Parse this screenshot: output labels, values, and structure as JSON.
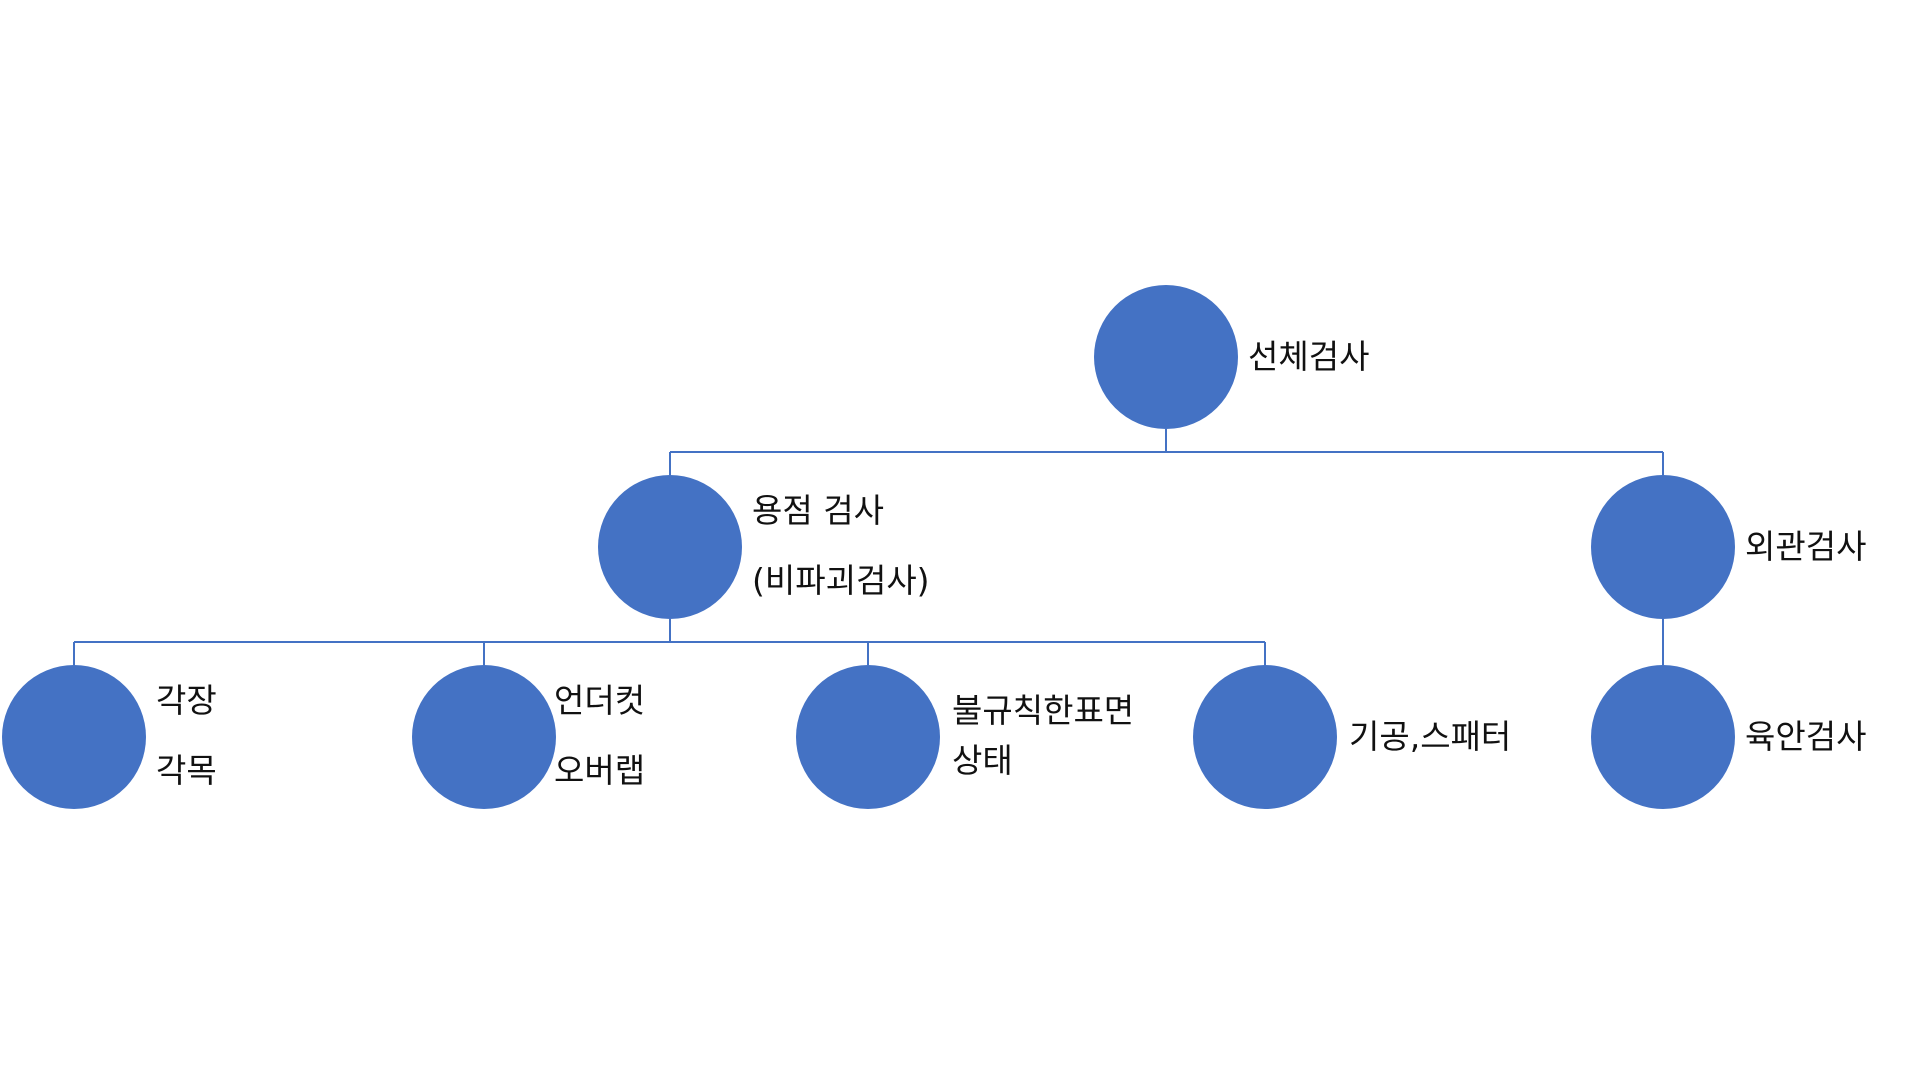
{
  "colors": {
    "node_fill": "#4472C4",
    "connector": "#4472C4",
    "label_text": "#111111",
    "background": "#ffffff"
  },
  "nodes": {
    "root": {
      "lines": [
        "선체검사"
      ]
    },
    "weld": {
      "lines": [
        "용점 검사",
        "(비파괴검사)"
      ]
    },
    "visual": {
      "lines": [
        "외관검사"
      ]
    },
    "angle": {
      "lines": [
        "각장",
        "각목"
      ]
    },
    "undercut": {
      "lines": [
        "언더컷",
        "오버랩"
      ]
    },
    "irregular": {
      "lines": [
        "불규칙한표면",
        "상태"
      ]
    },
    "porosity": {
      "lines": [
        "기공,스패터"
      ]
    },
    "naked_eye": {
      "lines": [
        "육안검사"
      ]
    }
  }
}
